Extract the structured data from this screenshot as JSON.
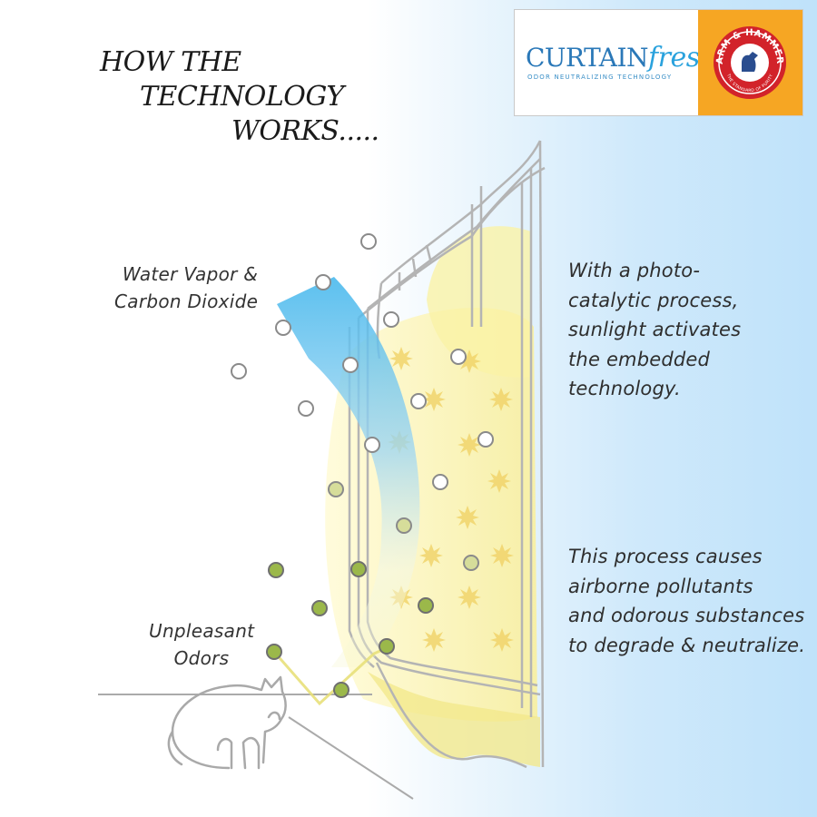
{
  "heading": {
    "lines": [
      "HOW THE",
      "TECHNOLOGY",
      "WORKS....."
    ]
  },
  "labels": {
    "top": [
      "Water Vapor &",
      "Carbon Dioxide"
    ],
    "bottom": [
      "Unpleasant",
      "Odors"
    ]
  },
  "description": {
    "first": [
      "With a photo-",
      "catalytic process,",
      "sunlight activates",
      "the embedded",
      "technology."
    ],
    "second": [
      "This process causes",
      "airborne pollutants",
      "and odorous substances",
      "to degrade & neutralize."
    ]
  },
  "logo": {
    "brand_caps": "CURTAIN",
    "brand_script": "fresh",
    "tagline": "ODOR NEUTRALIZING TECHNOLOGY",
    "partner": "ARM & HAMMER",
    "partner_tagline": "THE STANDARD OF PURITY"
  },
  "colors": {
    "sky_blue": "#bfe2fa",
    "sun_yellow": "#faf2a6",
    "vapor_arrow": "#5cc3ee",
    "odor_green": "#9bb84a",
    "brand_blue": "#2a78b8",
    "seal_orange": "#f6a623",
    "seal_red": "#d2232a"
  }
}
